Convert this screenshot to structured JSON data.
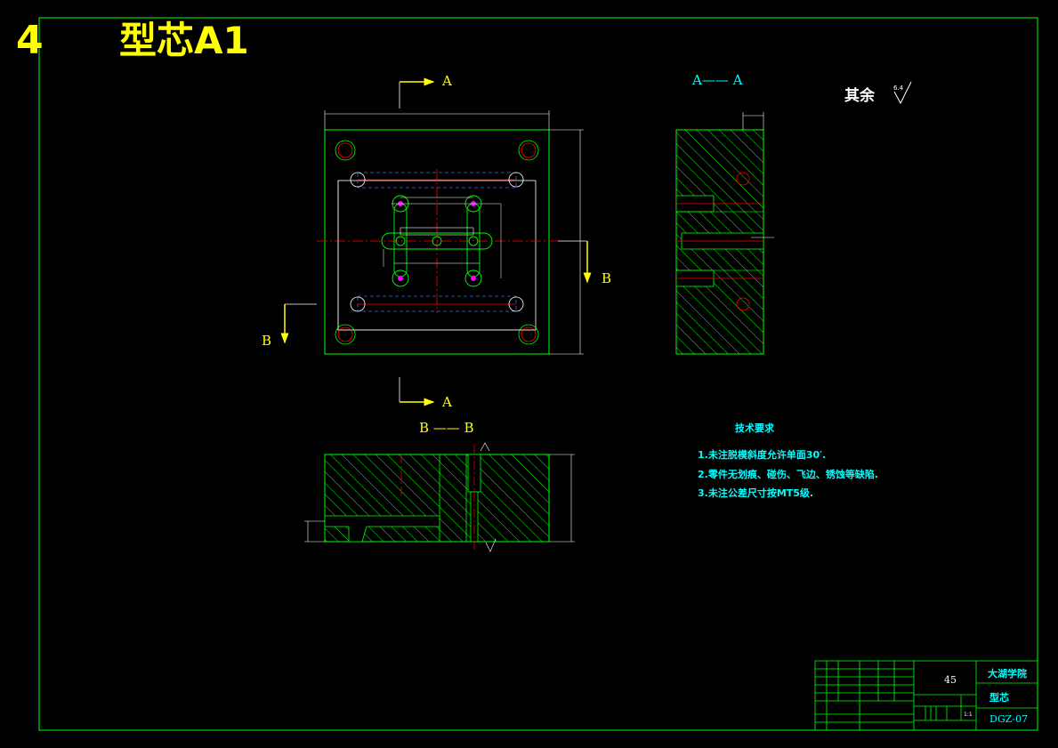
{
  "header": {
    "number": "4",
    "title": "型芯A1"
  },
  "section_labels": {
    "a": "A",
    "b": "B",
    "aa": "A—— A",
    "bb": "B —— B"
  },
  "roughness": {
    "label": "其余",
    "value": "6.4"
  },
  "tech": {
    "title": "技术要求",
    "items": [
      "1.未注脱模斜度允许单面30′.",
      "2.零件无划痕、碰伤、飞边、锈蚀等缺陷.",
      "3.未注公差尺寸按MT5级."
    ]
  },
  "title_block": {
    "school": "大湖学院",
    "material": "45",
    "part_name": "型芯",
    "drawing_no": "DGZ-07",
    "scale": "1:1"
  },
  "colors": {
    "frame": "#00ff00",
    "hatch": "#00ff00",
    "center": "#ff0000",
    "dim": "#ffffff",
    "hidden": "#4169e1",
    "label_yellow": "#ffff00",
    "text_cyan": "#00ffff",
    "accent_magenta": "#ff00ff"
  }
}
